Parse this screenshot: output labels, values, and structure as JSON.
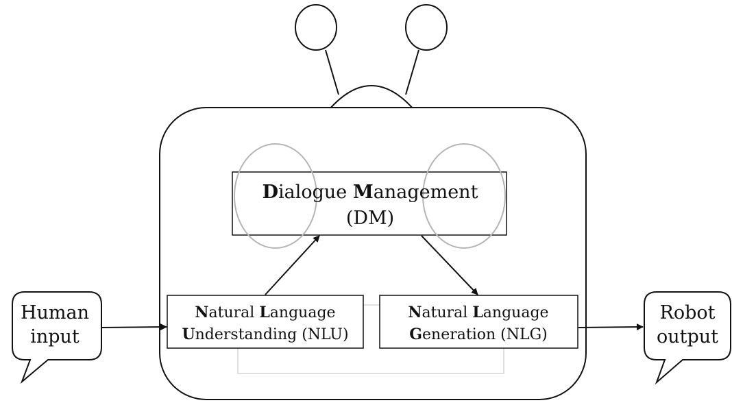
{
  "diagram": {
    "dm_box": {
      "line1": [
        {
          "bold": "D",
          "rest": "ialogue "
        },
        {
          "bold": "M",
          "rest": "anagement"
        }
      ],
      "line2": "(DM)"
    },
    "nlu_box": {
      "line1": [
        {
          "bold": "N",
          "rest": "atural "
        },
        {
          "bold": "L",
          "rest": "anguage"
        }
      ],
      "line2": [
        {
          "bold": "U",
          "rest": "nderstanding (NLU)"
        }
      ]
    },
    "nlg_box": {
      "line1": [
        {
          "bold": "N",
          "rest": "atural "
        },
        {
          "bold": "L",
          "rest": "anguage"
        }
      ],
      "line2": [
        {
          "bold": "G",
          "rest": "eneration (NLG)"
        }
      ]
    },
    "human_bubble": {
      "line1": "Human",
      "line2": "input"
    },
    "robot_bubble": {
      "line1": "Robot",
      "line2": "output"
    }
  },
  "colors": {
    "stroke": "#111111",
    "faint_stroke": "#b5b5b5",
    "inner_rect_stroke": "#d6d6d6",
    "background": "#ffffff"
  }
}
